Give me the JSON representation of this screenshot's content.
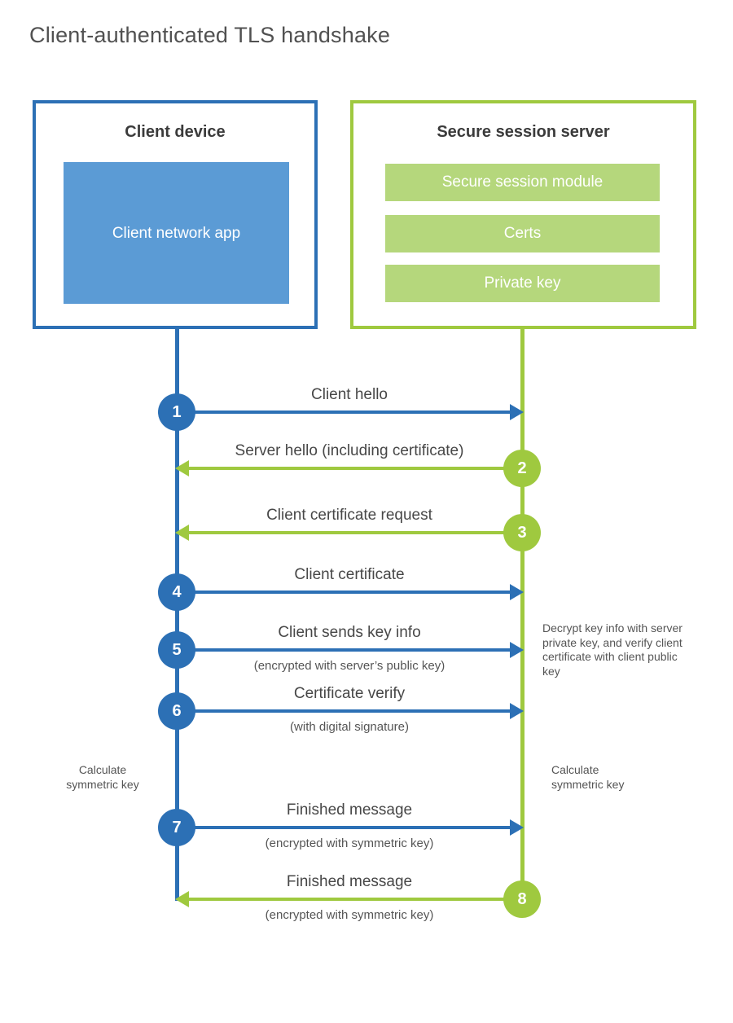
{
  "title": "Client-authenticated TLS handshake",
  "colors": {
    "blue": "#2C70B5",
    "blue_fill": "#5B9BD5",
    "green": "#9FC93F",
    "green_fill": "#B5D77C"
  },
  "client_box": {
    "title": "Client device",
    "module": "Client network app"
  },
  "server_box": {
    "title": "Secure session server",
    "modules": [
      "Secure session module",
      "Certs",
      "Private key"
    ]
  },
  "messages": [
    {
      "num": "1",
      "label": "Client hello",
      "sub": "",
      "direction": "client-to-server"
    },
    {
      "num": "2",
      "label": "Server hello (including certificate)",
      "sub": "",
      "direction": "server-to-client"
    },
    {
      "num": "3",
      "label": "Client certificate request",
      "sub": "",
      "direction": "server-to-client"
    },
    {
      "num": "4",
      "label": "Client certificate",
      "sub": "",
      "direction": "client-to-server"
    },
    {
      "num": "5",
      "label": "Client sends key info",
      "sub": "(encrypted with server’s public key)",
      "direction": "client-to-server"
    },
    {
      "num": "6",
      "label": "Certificate verify",
      "sub": "(with digital signature)",
      "direction": "client-to-server"
    },
    {
      "num": "7",
      "label": "Finished message",
      "sub": "(encrypted with symmetric key)",
      "direction": "client-to-server"
    },
    {
      "num": "8",
      "label": "Finished message",
      "sub": "(encrypted with symmetric key)",
      "direction": "server-to-client"
    }
  ],
  "notes": {
    "decrypt_note": "Decrypt key info with server private key, and verify client certificate with client public key",
    "calc_left": "Calculate\nsymmetric key",
    "calc_right": "Calculate\nsymmetric key"
  }
}
